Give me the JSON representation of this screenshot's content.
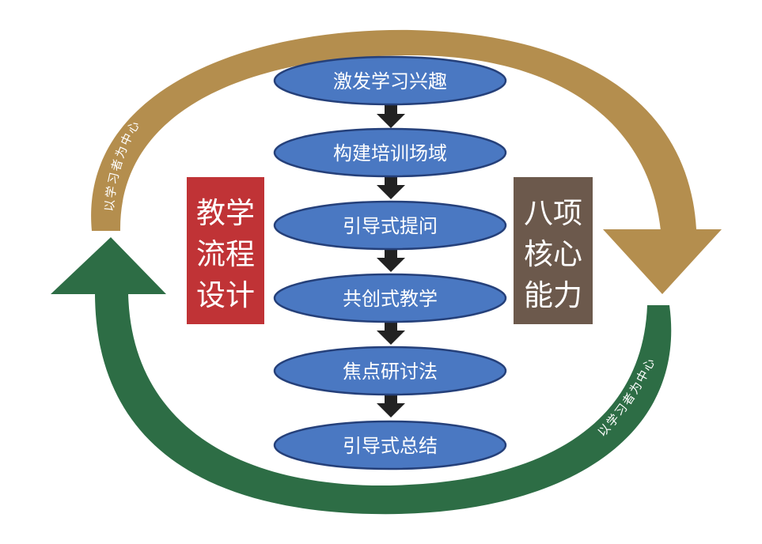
{
  "colors": {
    "gold_arrow": "#B48E4E",
    "green_arrow": "#2D6D45",
    "step_fill": "#4A78C2",
    "step_stroke": "#25407A",
    "down_arrow": "#222222",
    "left_box": "#C03336",
    "right_box": "#6C594C"
  },
  "steps": [
    "激发学习兴趣",
    "构建培训场域",
    "引导式提问",
    "共创式教学",
    "焦点研讨法",
    "引导式总结"
  ],
  "left_box": {
    "lines": [
      "教学",
      "流程",
      "设计"
    ]
  },
  "right_box": {
    "lines": [
      "八项",
      "核心",
      "能力"
    ]
  },
  "top_arc_label": "以学习者为中心",
  "bottom_arc_label": "以学习者为中心"
}
